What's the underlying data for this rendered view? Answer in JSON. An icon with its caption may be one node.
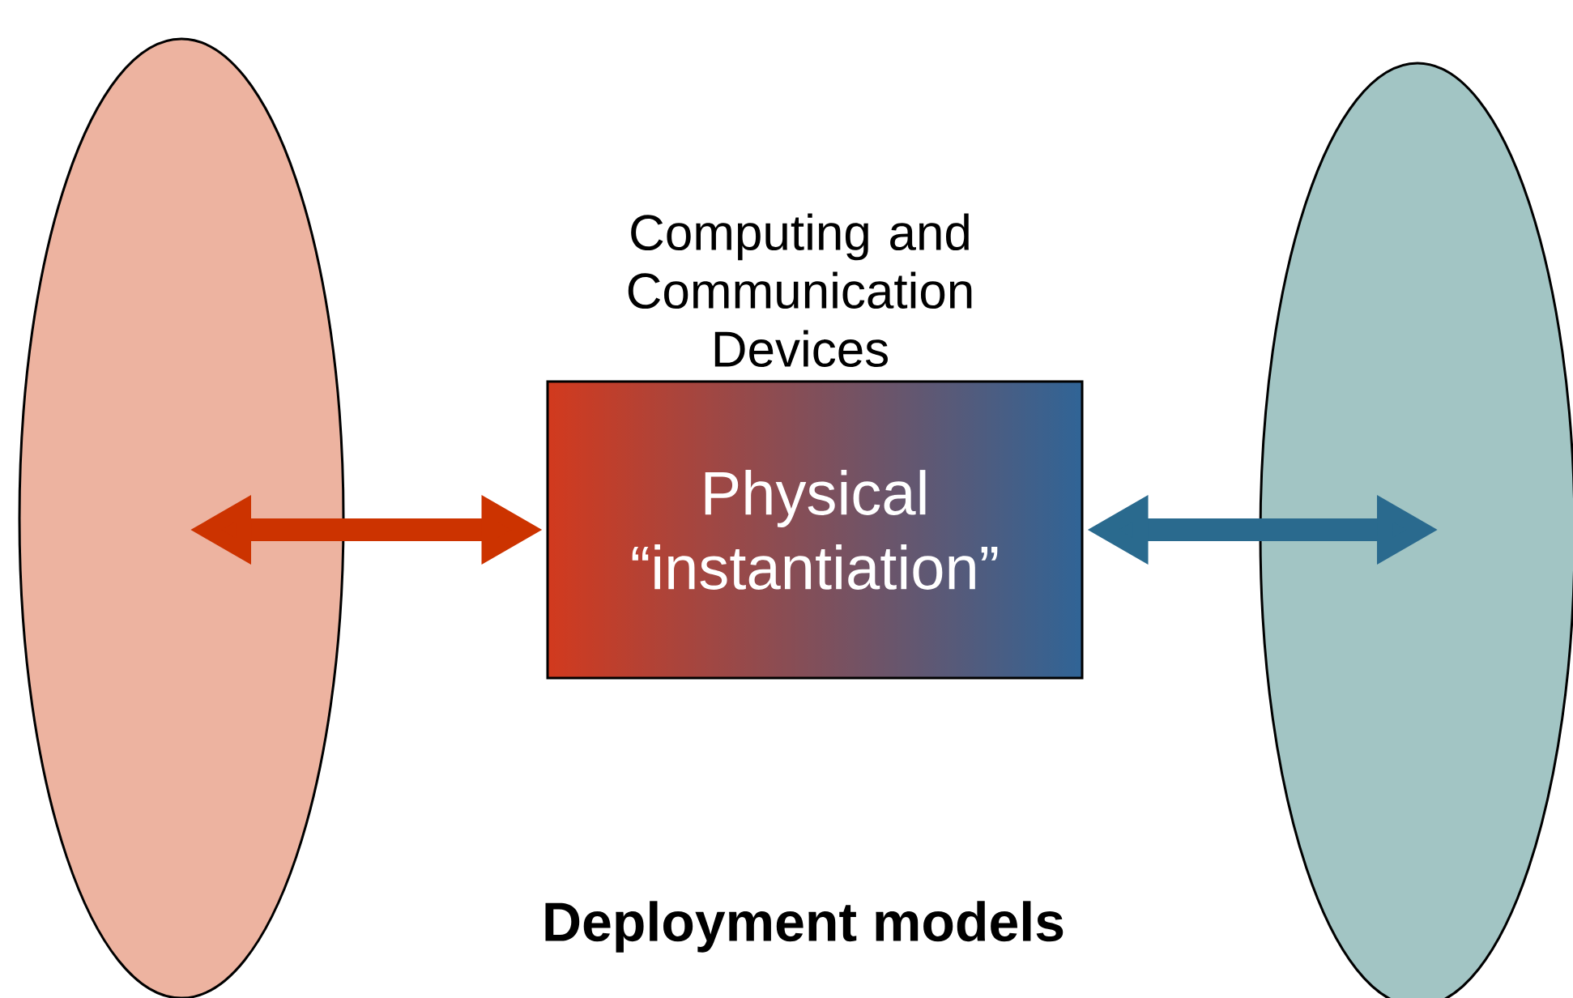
{
  "diagram": {
    "nodes": [
      {
        "text": [],
        "shape": "ellipse"
      },
      {
        "text": [
          "Computing and Communication Devices",
          "Physical “instantiation”"
        ]
      },
      {
        "text": [],
        "shape": "ellipse"
      }
    ],
    "edges": [
      {
        "from": 0,
        "to": 1,
        "arrow": "both",
        "color": "#cc3300"
      },
      {
        "from": 1,
        "to": 2,
        "arrow": "both",
        "color": "#2a6a8e"
      }
    ],
    "labels": [
      "**Deployment models**"
    ]
  }
}
